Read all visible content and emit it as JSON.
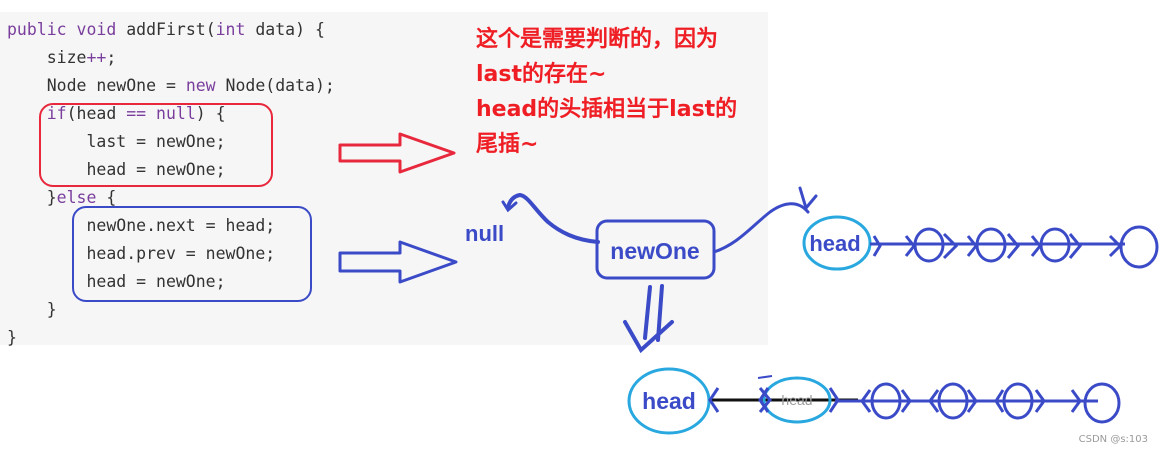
{
  "code": {
    "lines": [
      {
        "parts": [
          {
            "t": "public void ",
            "c": "kw"
          },
          {
            "t": "addFirst(",
            "c": "plain"
          },
          {
            "t": "int",
            "c": "kw"
          },
          {
            "t": " data) {",
            "c": "plain"
          }
        ]
      },
      {
        "parts": [
          {
            "t": "    size",
            "c": "plain"
          },
          {
            "t": "++",
            "c": "kw"
          },
          {
            "t": ";",
            "c": "plain"
          }
        ]
      },
      {
        "parts": [
          {
            "t": "    Node newOne = ",
            "c": "plain"
          },
          {
            "t": "new",
            "c": "kw"
          },
          {
            "t": " Node(data);",
            "c": "plain"
          }
        ]
      },
      {
        "parts": [
          {
            "t": "    ",
            "c": "plain"
          },
          {
            "t": "if",
            "c": "kw"
          },
          {
            "t": "(head ",
            "c": "plain"
          },
          {
            "t": "==",
            "c": "kw"
          },
          {
            "t": " ",
            "c": "plain"
          },
          {
            "t": "null",
            "c": "kw"
          },
          {
            "t": ") {",
            "c": "plain"
          }
        ]
      },
      {
        "parts": [
          {
            "t": "        last = newOne;",
            "c": "plain"
          }
        ]
      },
      {
        "parts": [
          {
            "t": "        head = newOne;",
            "c": "plain"
          }
        ]
      },
      {
        "parts": [
          {
            "t": "    }",
            "c": "plain"
          },
          {
            "t": "else",
            "c": "kw"
          },
          {
            "t": " {",
            "c": "plain"
          }
        ]
      },
      {
        "parts": [
          {
            "t": "        newOne.next = head;",
            "c": "plain"
          }
        ]
      },
      {
        "parts": [
          {
            "t": "        head.prev = newOne;",
            "c": "plain"
          }
        ]
      },
      {
        "parts": [
          {
            "t": "        head = newOne;",
            "c": "plain"
          }
        ]
      },
      {
        "parts": [
          {
            "t": "    }",
            "c": "plain"
          }
        ]
      },
      {
        "parts": [
          {
            "t": "}",
            "c": "plain"
          }
        ]
      }
    ]
  },
  "note": {
    "lines": [
      "这个是需要判断的，因为",
      "last的存在~",
      "head的头插相当于last的",
      "尾插~"
    ]
  },
  "diagram": {
    "null_label": "null",
    "new_node_label": "newOne",
    "head_label": "head",
    "head_label_bottom": "head",
    "strike_label": "head"
  },
  "watermark": "CSDN @s:103",
  "colors": {
    "red": "#ef1e24",
    "blue": "#3b4bc8",
    "cyan": "#29a8e0",
    "keyword": "#7a3e9d"
  }
}
